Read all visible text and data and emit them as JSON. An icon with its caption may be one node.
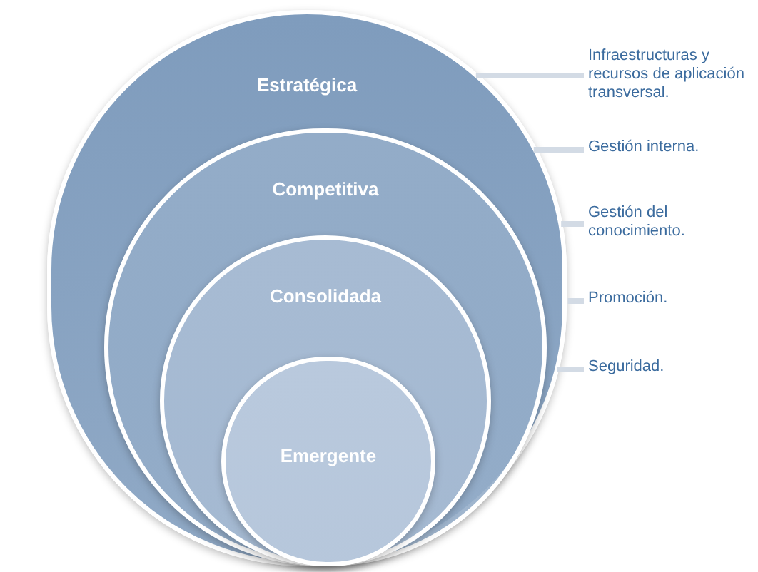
{
  "diagram": {
    "nodes": [
      {
        "text": [
          "Estratégica"
        ]
      },
      {
        "text": [
          "Competitiva"
        ],
        "in": 0
      },
      {
        "text": [
          "Consolidada"
        ],
        "in": 1
      },
      {
        "text": [
          "Emergente"
        ],
        "in": 2
      },
      {
        "text": [
          "Infraestructuras y recursos de aplicación transversal."
        ]
      },
      {
        "text": [
          "Gestión interna."
        ]
      },
      {
        "text": [
          "Gestión del conocimiento."
        ]
      },
      {
        "text": [
          "Promoción."
        ]
      },
      {
        "text": [
          "Seguridad."
        ]
      }
    ],
    "edges": [
      {
        "from": 4,
        "to": 0,
        "arrow": "none"
      },
      {
        "from": 5,
        "to": 0,
        "arrow": "none"
      },
      {
        "from": 6,
        "to": 0,
        "arrow": "none"
      },
      {
        "from": 7,
        "to": 0,
        "arrow": "none"
      },
      {
        "from": 8,
        "to": 0,
        "arrow": "none"
      }
    ]
  }
}
